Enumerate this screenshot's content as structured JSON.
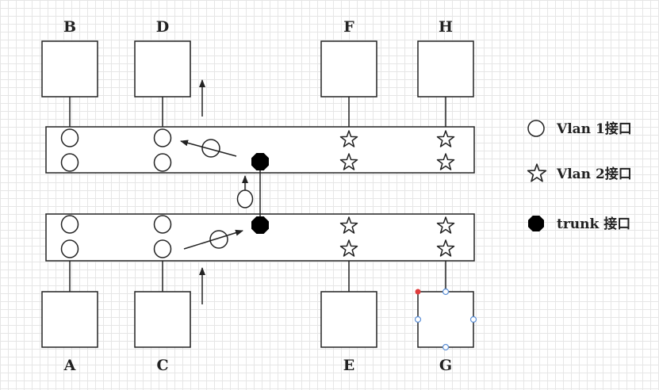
{
  "hosts": [
    {
      "id": "B",
      "label": "B"
    },
    {
      "id": "D",
      "label": "D"
    },
    {
      "id": "F",
      "label": "F"
    },
    {
      "id": "H",
      "label": "H"
    },
    {
      "id": "A",
      "label": "A"
    },
    {
      "id": "C",
      "label": "C"
    },
    {
      "id": "E",
      "label": "E"
    },
    {
      "id": "G",
      "label": "G"
    }
  ],
  "legend": {
    "vlan1": "Vlan 1接口",
    "vlan2": "Vlan 2接口",
    "trunk": "trunk 接口"
  },
  "colors": {
    "stroke": "#222222",
    "trunk": "#000000",
    "selection_handle": "#5b8fd6",
    "selection_corner": "#e03c3c"
  }
}
